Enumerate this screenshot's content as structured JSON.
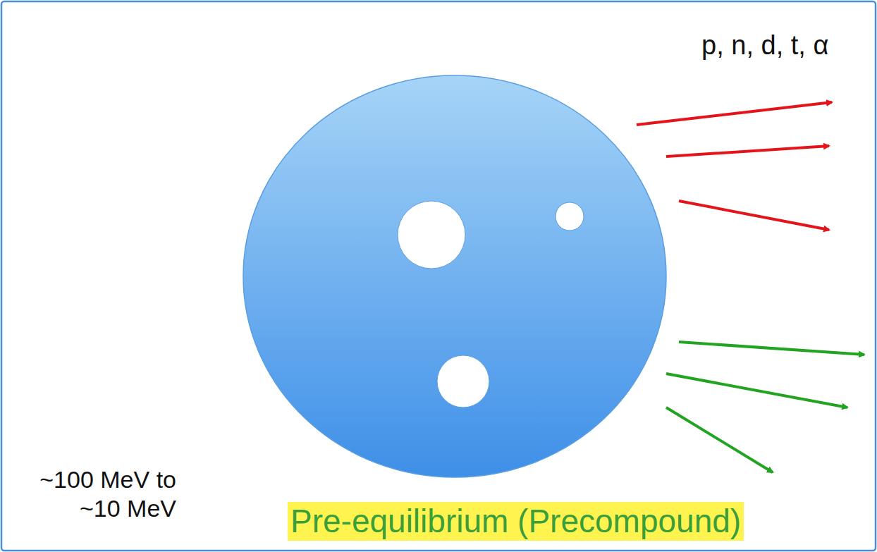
{
  "diagram": {
    "labels": [
      "p, n, d, t, α",
      "~100 MeV to ~10 MeV",
      "Pre-equilibrium (Precompound)"
    ]
  }
}
